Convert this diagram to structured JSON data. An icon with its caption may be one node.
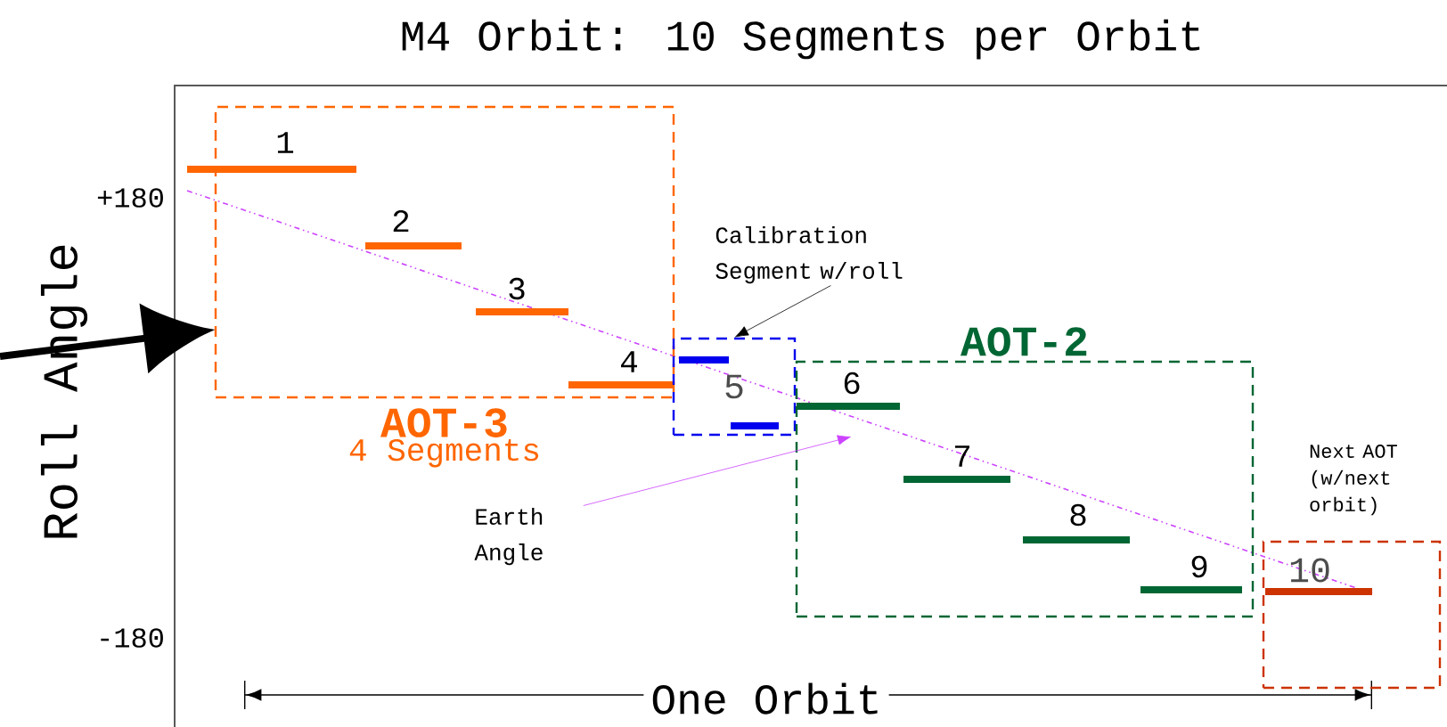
{
  "diagram": {
    "title": "M4 Orbit: 10 Segments per Orbit",
    "nodes": [
      {
        "text": [
          "AOT-3",
          "4 Segments"
        ]
      },
      {
        "text": [
          "1"
        ],
        "in": 0
      },
      {
        "text": [
          "2"
        ],
        "in": 0
      },
      {
        "text": [
          "3"
        ],
        "in": 0
      },
      {
        "text": [
          "4"
        ],
        "in": 0
      },
      {
        "text": [
          "5"
        ]
      },
      {
        "text": [
          "AOT-2"
        ]
      },
      {
        "text": [
          "6"
        ],
        "in": 6
      },
      {
        "text": [
          "7"
        ],
        "in": 6
      },
      {
        "text": [
          "8"
        ],
        "in": 6
      },
      {
        "text": [
          "9"
        ],
        "in": 6
      },
      {
        "text": [
          "10"
        ]
      },
      {
        "text": [
          "Calibration Segment w/roll"
        ]
      },
      {
        "text": [
          "Earth Angle"
        ]
      }
    ],
    "edges": [
      {
        "from": 12,
        "to": 5,
        "arrow": "to"
      },
      {
        "from": 13,
        "to": null,
        "arrow": "to",
        "color": "#cc44ff"
      },
      {
        "from": null,
        "to": 0,
        "arrow": "to",
        "style": "thick"
      }
    ],
    "labels": [
      "+180",
      "Roll Angle",
      "Next AOT (w/next orbit)",
      "-180",
      "One Orbit"
    ]
  }
}
